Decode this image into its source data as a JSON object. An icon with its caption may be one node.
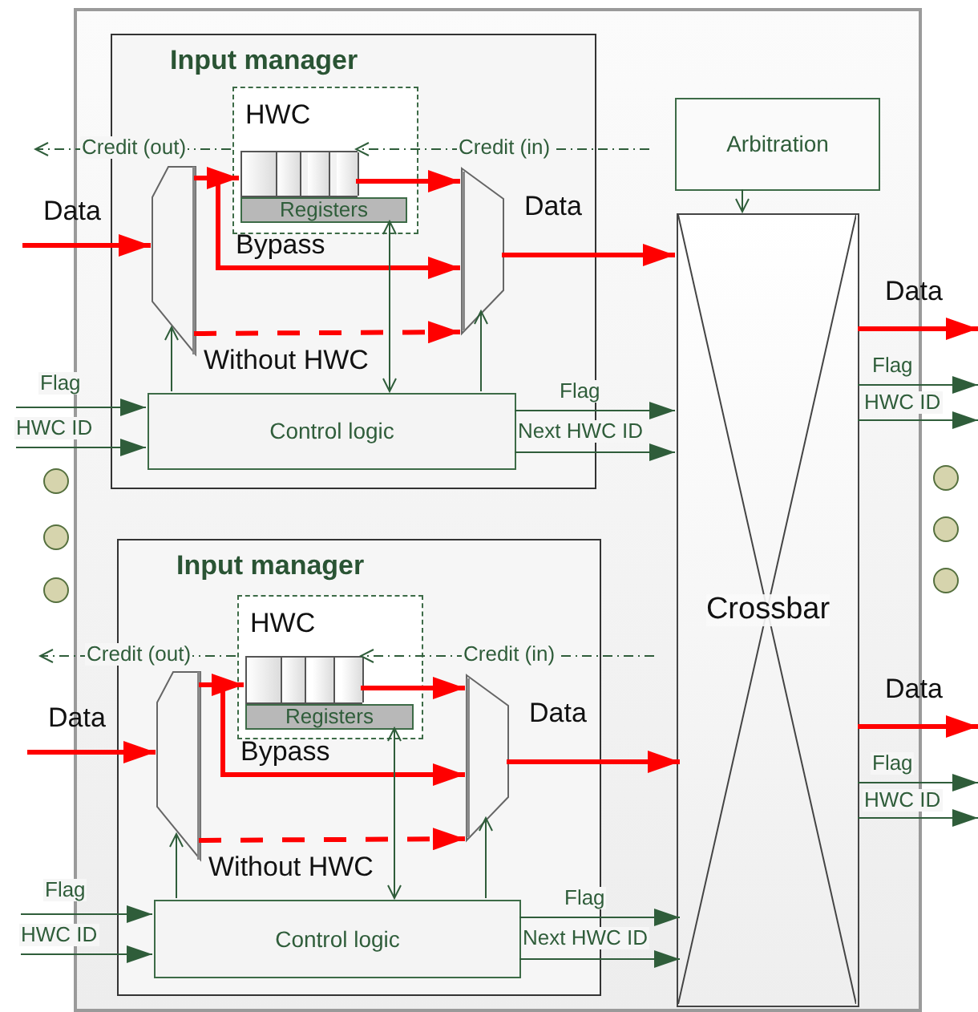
{
  "diagram": {
    "nodes": [
      {
        "text": [],
        "shape": "box"
      },
      {
        "text": [
          "Input manager"
        ],
        "in": 0
      },
      {
        "text": [
          "HWC"
        ],
        "in": 1
      },
      {
        "text": [],
        "shape": "box",
        "in": 2
      },
      {
        "text": [
          "Registers"
        ],
        "in": 2
      },
      {
        "text": [],
        "shape": "trapezoid",
        "in": 1
      },
      {
        "text": [],
        "shape": "trapezoid",
        "in": 1
      },
      {
        "text": [
          "Control logic"
        ],
        "in": 1
      },
      {
        "text": [
          "Input manager"
        ],
        "in": 0
      },
      {
        "text": [
          "HWC"
        ],
        "in": 8
      },
      {
        "text": [],
        "shape": "box",
        "in": 9
      },
      {
        "text": [
          "Registers"
        ],
        "in": 9
      },
      {
        "text": [],
        "shape": "trapezoid",
        "in": 8
      },
      {
        "text": [],
        "shape": "trapezoid",
        "in": 8
      },
      {
        "text": [
          "Control logic"
        ],
        "in": 8
      },
      {
        "text": [
          "Arbitration"
        ],
        "in": 0
      },
      {
        "text": [
          "Crossbar"
        ],
        "in": 0
      }
    ],
    "edges": [
      {
        "from": null,
        "to": 5,
        "arrow": "to",
        "label": "Data",
        "style": "thick",
        "color": "#ff0000"
      },
      {
        "from": 5,
        "to": 3,
        "arrow": "to",
        "style": "thick",
        "color": "#ff0000"
      },
      {
        "from": 3,
        "to": 6,
        "arrow": "to",
        "style": "thick",
        "color": "#ff0000"
      },
      {
        "from": 5,
        "to": 6,
        "arrow": "to",
        "label": "Bypass",
        "style": "thick",
        "color": "#ff0000"
      },
      {
        "from": 5,
        "to": 6,
        "arrow": "to",
        "label": "Without HWC",
        "style": "dashed",
        "color": "#ff0000"
      },
      {
        "from": 6,
        "to": 16,
        "arrow": "to",
        "label": "Data",
        "style": "thick",
        "color": "#ff0000"
      },
      {
        "from": 7,
        "to": 5,
        "arrow": "to"
      },
      {
        "from": 7,
        "to": 6,
        "arrow": "to"
      },
      {
        "from": 7,
        "to": 4,
        "arrow": "both"
      },
      {
        "from": null,
        "to": 3,
        "arrow": "to",
        "label": "Credit (in)",
        "style": "dashed"
      },
      {
        "from": 2,
        "to": null,
        "arrow": "to",
        "label": "Credit (out)",
        "style": "dashed"
      },
      {
        "from": null,
        "to": 7,
        "arrow": "to",
        "label": "Flag"
      },
      {
        "from": null,
        "to": 7,
        "arrow": "to",
        "label": "HWC ID"
      },
      {
        "from": 7,
        "to": 16,
        "arrow": "to",
        "label": "Flag"
      },
      {
        "from": 7,
        "to": 16,
        "arrow": "to",
        "label": "Next HWC ID"
      },
      {
        "from": null,
        "to": 12,
        "arrow": "to",
        "label": "Data",
        "style": "thick",
        "color": "#ff0000"
      },
      {
        "from": 12,
        "to": 10,
        "arrow": "to",
        "style": "thick",
        "color": "#ff0000"
      },
      {
        "from": 10,
        "to": 13,
        "arrow": "to",
        "style": "thick",
        "color": "#ff0000"
      },
      {
        "from": 12,
        "to": 13,
        "arrow": "to",
        "label": "Bypass",
        "style": "thick",
        "color": "#ff0000"
      },
      {
        "from": 12,
        "to": 13,
        "arrow": "to",
        "label": "Without HWC",
        "style": "dashed",
        "color": "#ff0000"
      },
      {
        "from": 13,
        "to": 16,
        "arrow": "to",
        "label": "Data",
        "style": "thick",
        "color": "#ff0000"
      },
      {
        "from": 14,
        "to": 12,
        "arrow": "to"
      },
      {
        "from": 14,
        "to": 13,
        "arrow": "to"
      },
      {
        "from": 14,
        "to": 11,
        "arrow": "both"
      },
      {
        "from": null,
        "to": 10,
        "arrow": "to",
        "label": "Credit (in)",
        "style": "dashed"
      },
      {
        "from": 9,
        "to": null,
        "arrow": "to",
        "label": "Credit (out)",
        "style": "dashed"
      },
      {
        "from": null,
        "to": 14,
        "arrow": "to",
        "label": "Flag"
      },
      {
        "from": null,
        "to": 14,
        "arrow": "to",
        "label": "HWC ID"
      },
      {
        "from": 14,
        "to": 16,
        "arrow": "to",
        "label": "Flag"
      },
      {
        "from": 14,
        "to": 16,
        "arrow": "to",
        "label": "Next HWC ID"
      },
      {
        "from": 15,
        "to": 16,
        "arrow": "to"
      },
      {
        "from": 16,
        "to": null,
        "arrow": "to",
        "label": "Data",
        "style": "thick",
        "color": "#ff0000"
      },
      {
        "from": 16,
        "to": null,
        "arrow": "to",
        "label": "Flag"
      },
      {
        "from": 16,
        "to": null,
        "arrow": "to",
        "label": "HWC ID"
      },
      {
        "from": 16,
        "to": null,
        "arrow": "to",
        "label": "Data",
        "style": "thick",
        "color": "#ff0000"
      },
      {
        "from": 16,
        "to": null,
        "arrow": "to",
        "label": "Flag"
      },
      {
        "from": 16,
        "to": null,
        "arrow": "to",
        "label": "HWC ID"
      }
    ]
  }
}
